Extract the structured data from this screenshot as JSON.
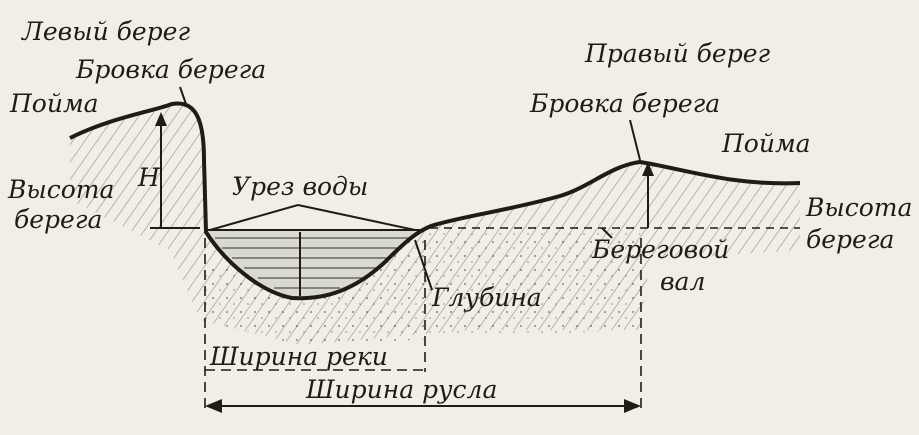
{
  "labels": {
    "left_bank": "Левый берег",
    "left_brow": "Бровка берега",
    "left_floodplain": "Пойма",
    "left_height_line1": "Высота",
    "left_height_line2": "берега",
    "height_symbol": "H",
    "water_edge": "Урез воды",
    "depth": "Глубина",
    "river_width": "Ширина реки",
    "channel_width": "Ширина русла",
    "right_bank": "Правый берег",
    "right_brow": "Бровка берега",
    "right_floodplain": "Пойма",
    "right_height_line1": "Высота",
    "right_height_line2": "берега",
    "levee_line1": "Береговой",
    "levee_line2": "вал"
  },
  "colors": {
    "paper": "#f1eee6",
    "ink": "#1f1c18",
    "water": "#d9d8d1"
  }
}
